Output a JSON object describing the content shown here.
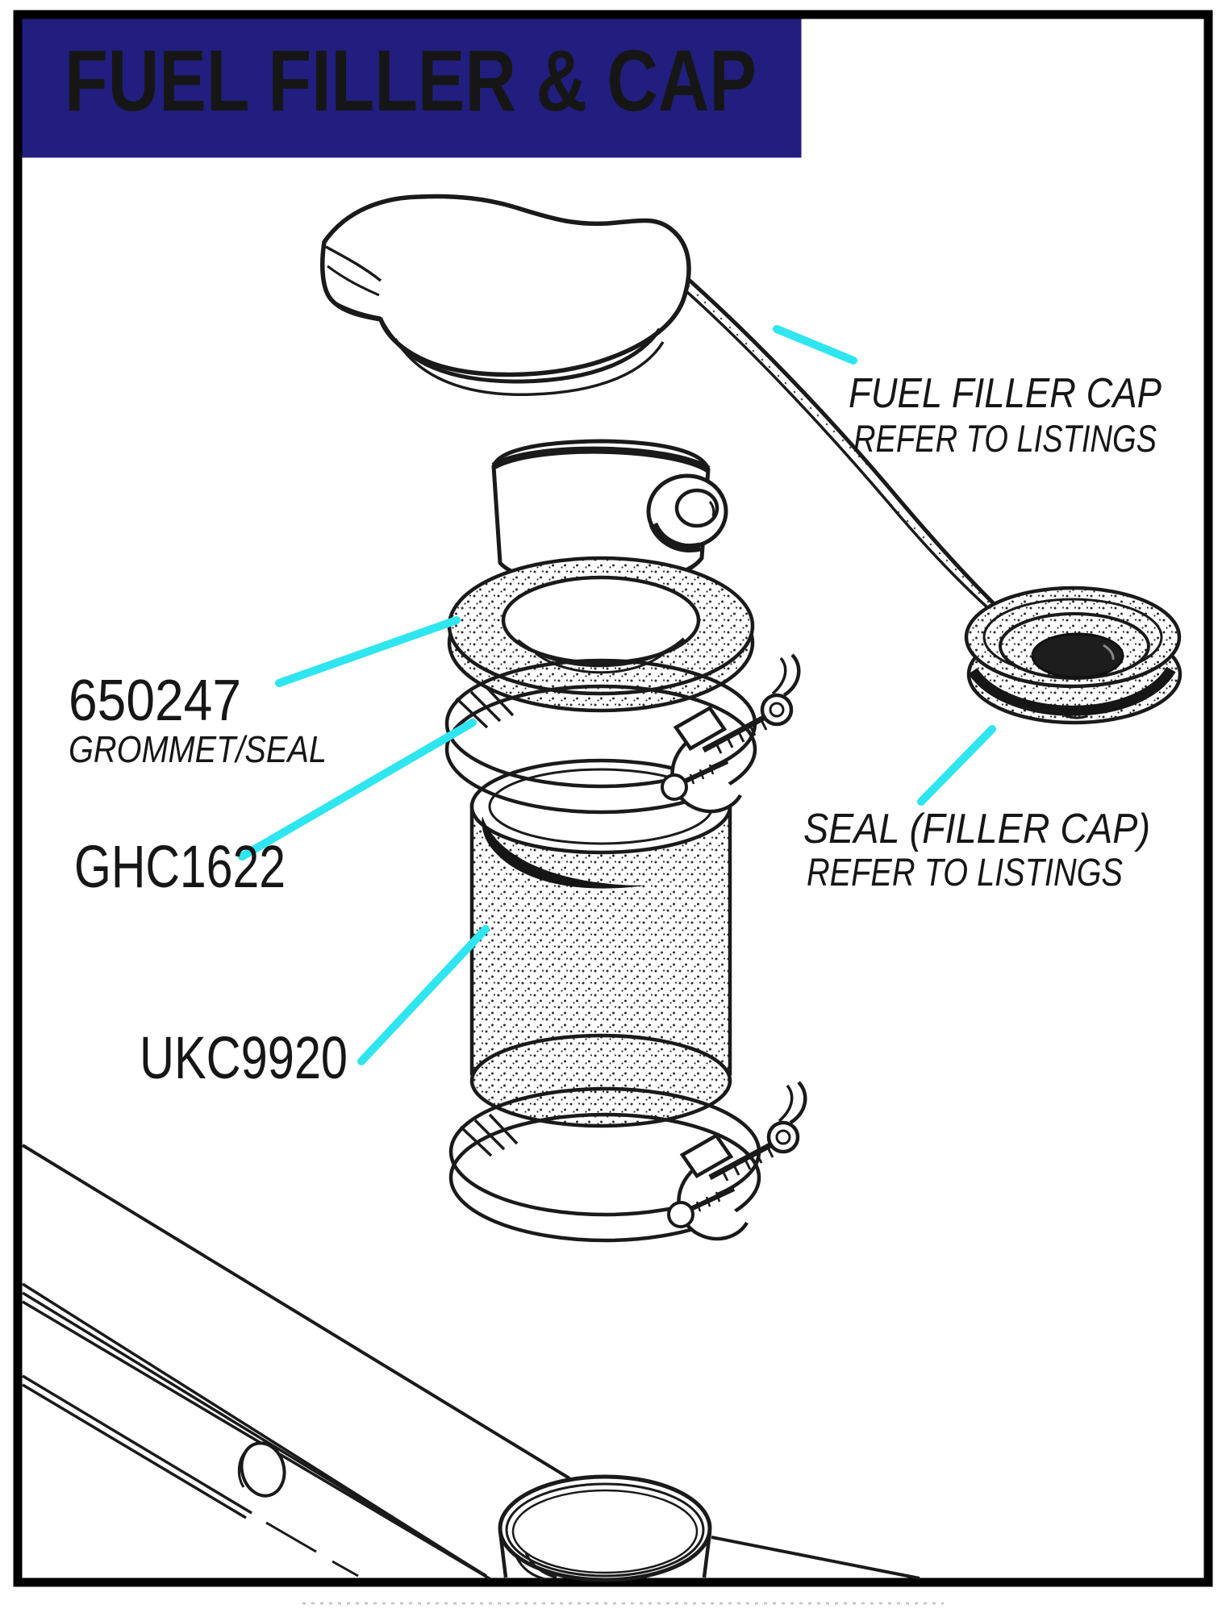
{
  "page": {
    "title": "FUEL FILLER & CAP"
  },
  "colors": {
    "header_bg": "#211e7f",
    "header_text": "#ffffff",
    "leader_line": "#2fe5ef",
    "line_art": "#1a1a1a",
    "paper": "#ffffff",
    "border": "#000000"
  },
  "callouts": {
    "fuel_filler_cap": {
      "title": "FUEL FILLER CAP",
      "note": "REFER TO LISTINGS"
    },
    "grommet_seal": {
      "part_no": "650247",
      "name": "GROMMET/SEAL"
    },
    "clamp": {
      "part_no": "GHC1622"
    },
    "hose": {
      "part_no": "UKC9920"
    },
    "seal_filler_cap": {
      "title": "SEAL (FILLER CAP)",
      "note": "REFER TO LISTINGS"
    }
  }
}
